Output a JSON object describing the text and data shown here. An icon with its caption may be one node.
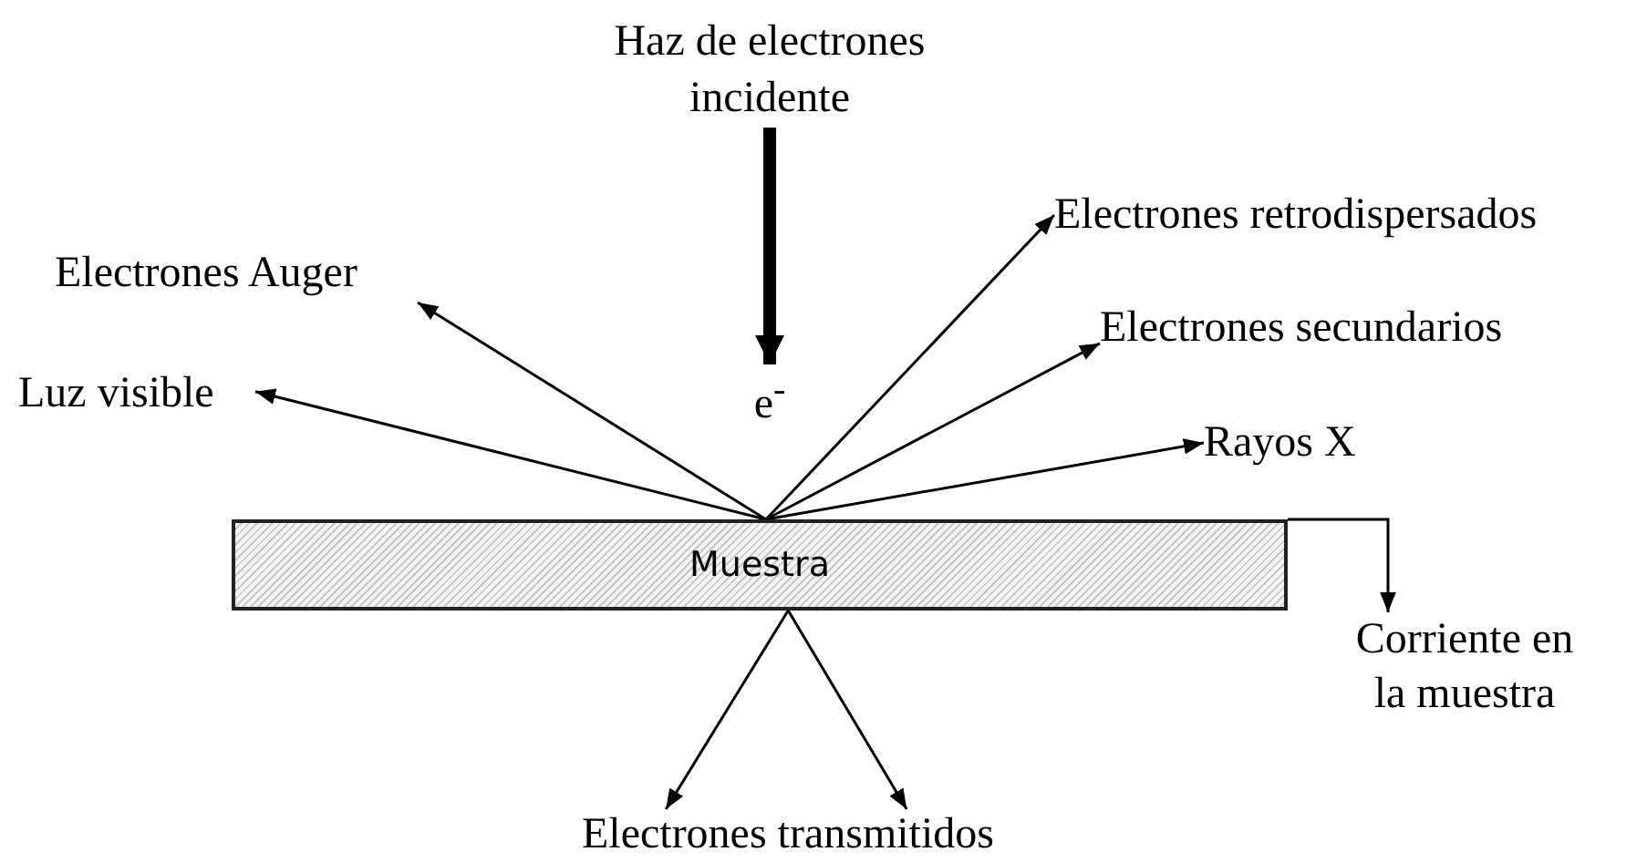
{
  "diagram": {
    "nodes": [
      {
        "text": [
          "Haz de electrones incidente"
        ]
      },
      {
        "text": [
          "e$^{-}$"
        ]
      },
      {
        "text": [
          "Muestra"
        ]
      },
      {
        "text": [
          "Electrones Auger"
        ]
      },
      {
        "text": [
          "Luz visible"
        ]
      },
      {
        "text": [
          "Electrones retrodispersados"
        ]
      },
      {
        "text": [
          "Electrones secundarios"
        ]
      },
      {
        "text": [
          "Rayos X"
        ]
      },
      {
        "text": [
          "Corriente en la muestra"
        ]
      },
      {
        "text": [
          "Electrones transmitidos"
        ]
      }
    ],
    "edges": [
      {
        "from": 0,
        "to": 1,
        "arrow": "to",
        "style": "thick"
      },
      {
        "from": 2,
        "to": 3,
        "arrow": "to"
      },
      {
        "from": 2,
        "to": 4,
        "arrow": "to"
      },
      {
        "from": 2,
        "to": 5,
        "arrow": "to"
      },
      {
        "from": 2,
        "to": 6,
        "arrow": "to"
      },
      {
        "from": 2,
        "to": 7,
        "arrow": "to"
      },
      {
        "from": 2,
        "to": 8,
        "arrow": "to"
      },
      {
        "from": 2,
        "to": 9,
        "arrow": "to"
      },
      {
        "from": 2,
        "to": 9,
        "arrow": "to"
      }
    ]
  }
}
